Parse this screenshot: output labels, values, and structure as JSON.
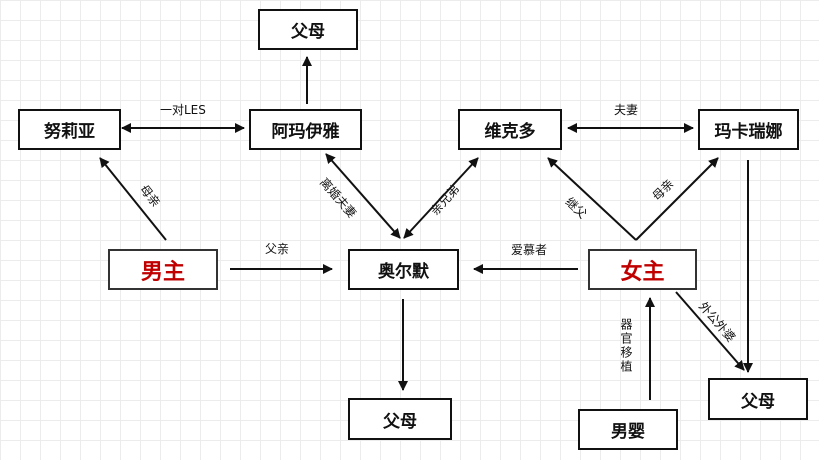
{
  "nodes": {
    "parents_top": "父母",
    "nuliya": "努莉亚",
    "amayiya": "阿玛伊雅",
    "weikeduo": "维克多",
    "makaruina": "玛卡瑞娜",
    "male_lead": "男主",
    "aoermo": "奥尔默",
    "female_lead": "女主",
    "parents_bottom_center": "父母",
    "parents_bottom_right": "父母",
    "baby_boy": "男婴"
  },
  "edges": {
    "lesbian_couple": "一对LES",
    "spouses": "夫妻",
    "mother_left": "母亲",
    "divorced_couple": "离婚夫妻",
    "brothers": "亲兄弟",
    "stepfather": "继父",
    "mother_right": "母亲",
    "father": "父亲",
    "admirer": "爱慕者",
    "grandparents": "外公外婆",
    "organ_transplant": "器官移植"
  },
  "colors": {
    "lead_text": "#c00000",
    "line": "#111111"
  }
}
